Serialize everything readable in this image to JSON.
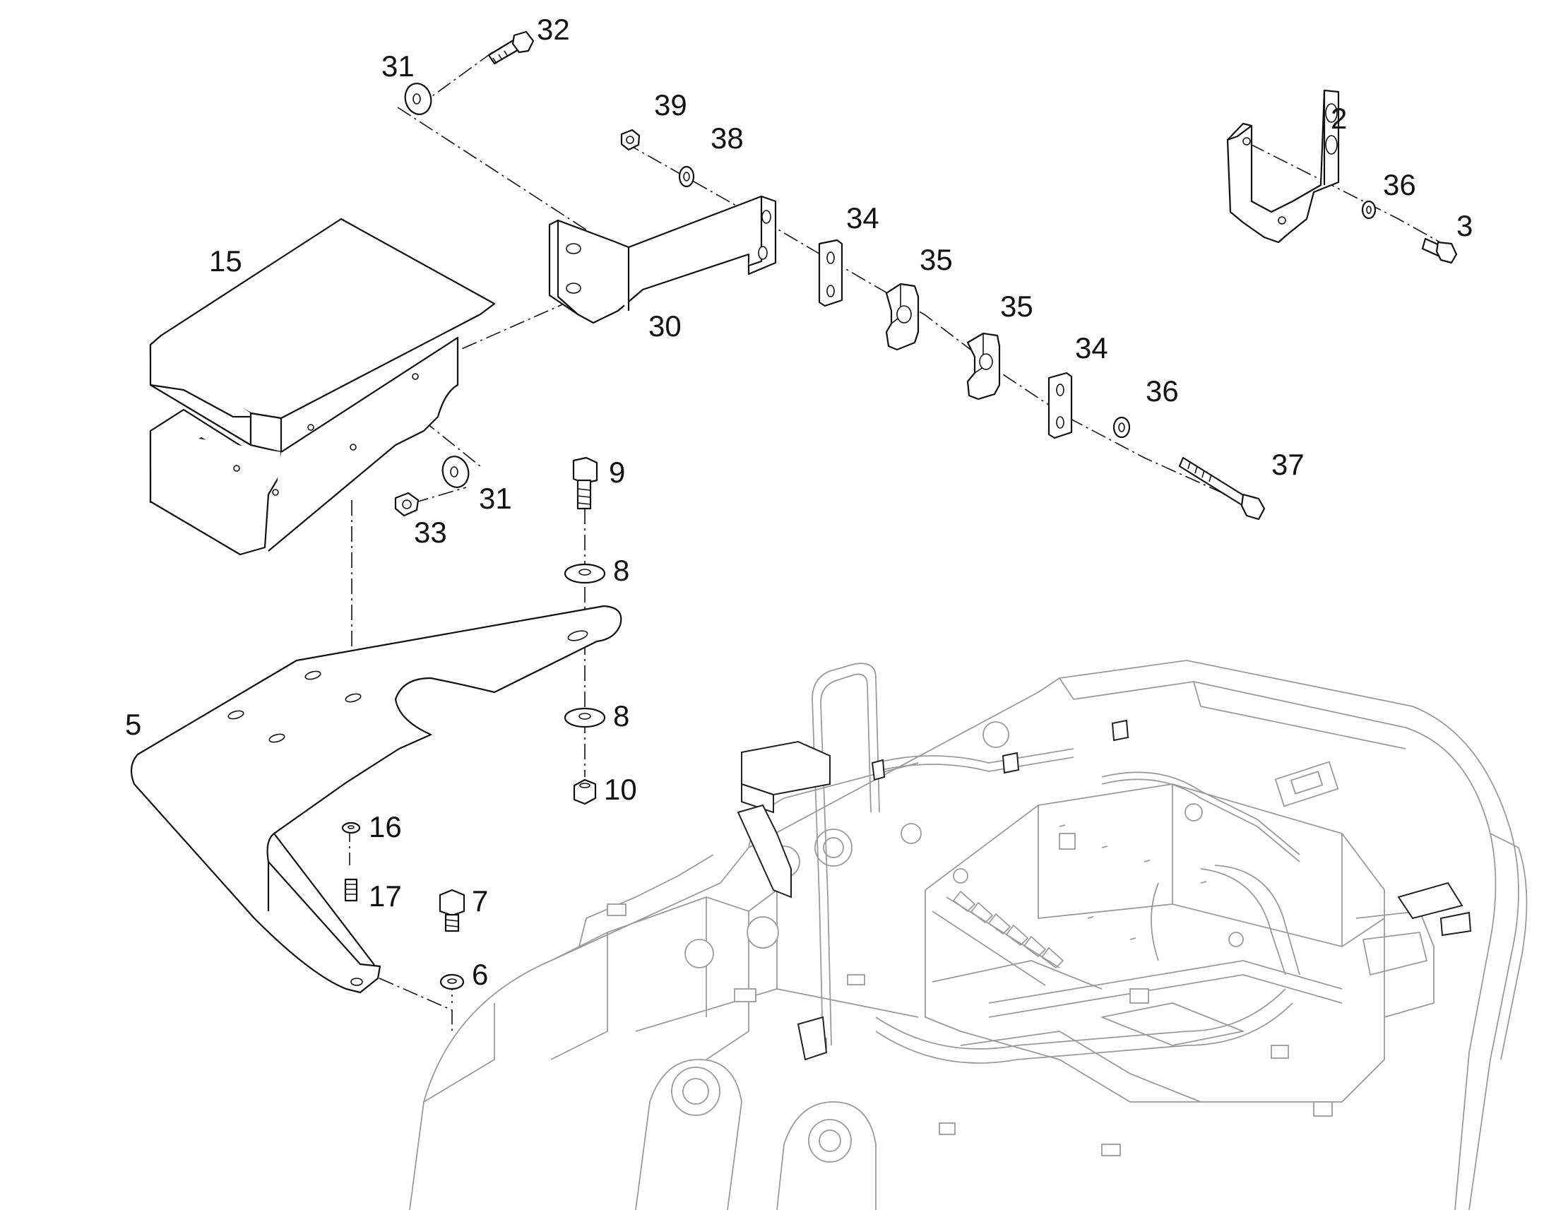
{
  "callouts": {
    "c2": "2",
    "c3": "3",
    "c5": "5",
    "c6": "6",
    "c7": "7",
    "c8a": "8",
    "c8b": "8",
    "c9": "9",
    "c10": "10",
    "c15": "15",
    "c16": "16",
    "c17": "17",
    "c30": "30",
    "c31a": "31",
    "c31b": "31",
    "c32": "32",
    "c33": "33",
    "c34a": "34",
    "c34b": "34",
    "c35a": "35",
    "c35b": "35",
    "c36a": "36",
    "c36b": "36",
    "c37": "37",
    "c38": "38",
    "c39": "39"
  },
  "colors": {
    "line": "#111111",
    "background_machine": "#9a9a9a",
    "paper": "#ffffff"
  }
}
